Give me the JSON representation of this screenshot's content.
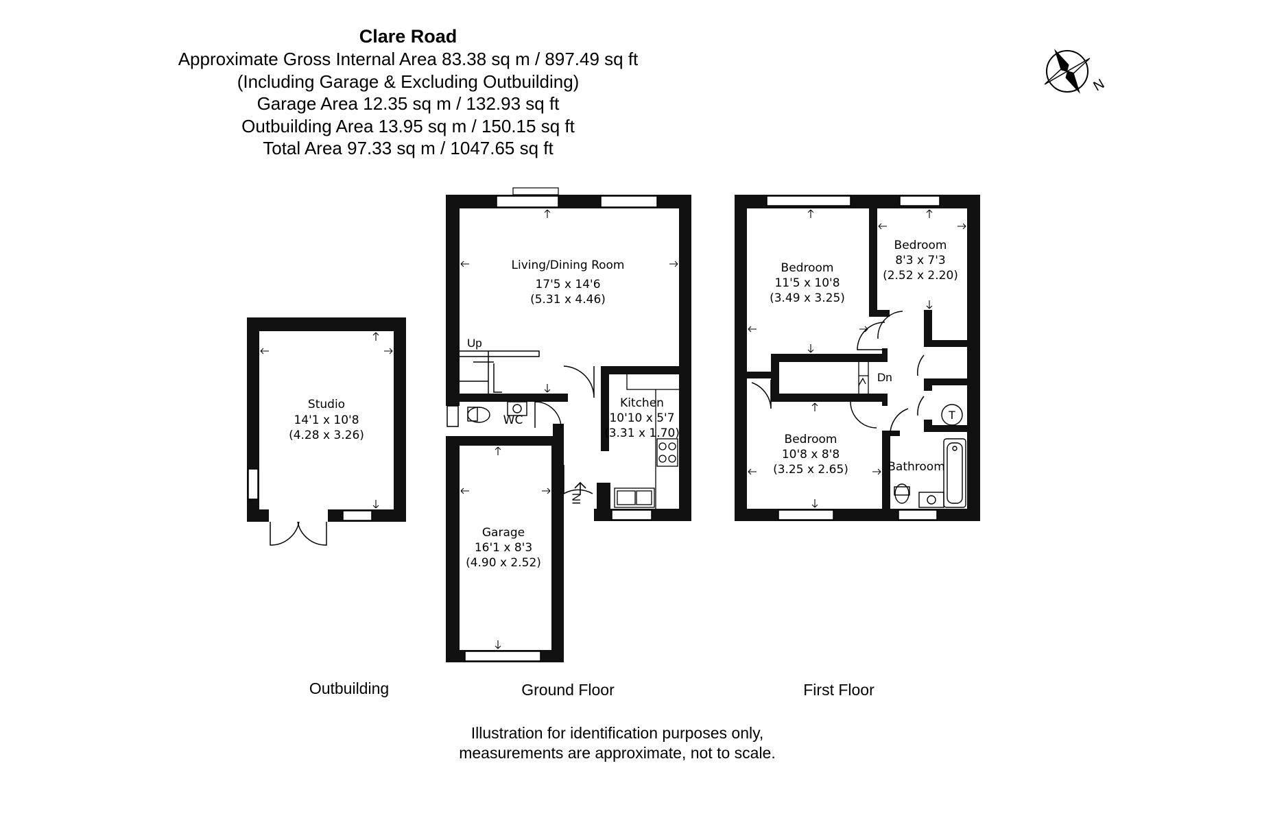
{
  "header": {
    "title": "Clare Road",
    "lines": [
      "Approximate Gross Internal Area 83.38 sq m / 897.49 sq ft",
      "(Including Garage & Excluding Outbuilding)",
      "Garage Area 12.35 sq m / 132.93 sq ft",
      "Outbuilding Area 13.95 sq m / 150.15 sq ft",
      "Total Area  97.33 sq m / 1047.65 sq ft"
    ]
  },
  "compass": {
    "label": "N"
  },
  "floors": {
    "outbuilding": "Outbuilding",
    "ground": "Ground Floor",
    "first": "First Floor"
  },
  "rooms": {
    "studio": {
      "name": "Studio",
      "imperial": "14'1 x 10'8",
      "metric": "(4.28 x 3.26)"
    },
    "living": {
      "name": "Living/Dining Room",
      "imperial": "17'5 x 14'6",
      "metric": "(5.31 x 4.46)"
    },
    "kitchen": {
      "name": "Kitchen",
      "imperial": "10'10 x 5'7",
      "metric": "(3.31 x 1.70)"
    },
    "garage": {
      "name": "Garage",
      "imperial": "16'1 x 8'3",
      "metric": "(4.90 x 2.52)"
    },
    "wc": {
      "name": "WC"
    },
    "bedroom1": {
      "name": "Bedroom",
      "imperial": "11'5 x 10'8",
      "metric": "(3.49 x 3.25)"
    },
    "bedroom2": {
      "name": "Bedroom",
      "imperial": "8'3 x 7'3",
      "metric": "(2.52 x 2.20)"
    },
    "bedroom3": {
      "name": "Bedroom",
      "imperial": "10'8 x 8'8",
      "metric": "(3.25 x 2.65)"
    },
    "bathroom": {
      "name": "Bathroom"
    }
  },
  "markers": {
    "up": "Up",
    "down": "Dn",
    "entrance": "IN",
    "tank": "T"
  },
  "footer": {
    "lines": [
      "Illustration for identification purposes only,",
      "measurements are approximate, not to scale."
    ]
  }
}
